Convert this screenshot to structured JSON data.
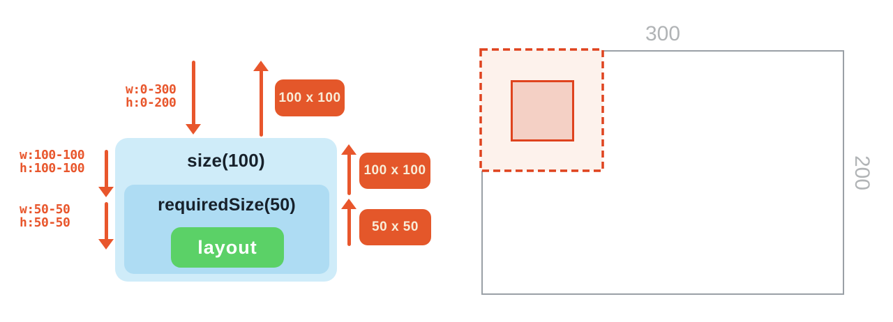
{
  "colors": {
    "orange": "#e8562c",
    "badge_background": "#e4572a",
    "badge_text": "#f8edd8",
    "outer_box_blue": "#cfecf9",
    "inner_box_blue": "#aedcf3",
    "layout_green": "#5bd167",
    "modifier_text_dark": "#17212b",
    "result_border_gray": "#9aa0a6",
    "dim_label_gray": "#b1b4b6",
    "dashed_orange": "#df431e",
    "dashed_region_fill": "#fdf2ec",
    "measured_square_fill": "#f4d0c5"
  },
  "constraint_diagram": {
    "outer_modifier": "size(100)",
    "inner_modifier": "requiredSize(50)",
    "layout_node": "layout",
    "incoming_constraints_root": "w:0-300\nh:0-200",
    "incoming_constraints_size": "w:100-100\nh:100-100",
    "incoming_constraints_required": "w:50-50\nh:50-50",
    "resulting_size_root": "100 x 100",
    "resulting_size_size": "100 x 100",
    "resulting_size_required": "50 x 50"
  },
  "result_diagram": {
    "parent_width": "300",
    "parent_height": "200"
  }
}
